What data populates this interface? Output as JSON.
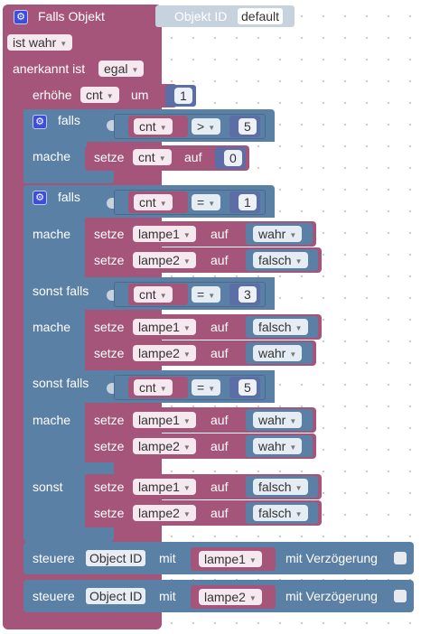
{
  "event": {
    "title": "Falls Objekt",
    "object_id_label": "Objekt ID",
    "object_id_value": "default",
    "condition": "ist wahr",
    "ack_label": "anerkannt ist",
    "ack_value": "egal"
  },
  "increment": {
    "label": "erhöhe",
    "var": "cnt",
    "by": "um",
    "value": "1"
  },
  "if1": {
    "if_label": "falls",
    "do_label": "mache",
    "cond": {
      "var": "cnt",
      "op": ">",
      "value": "5"
    },
    "set": {
      "label": "setze",
      "var": "cnt",
      "to": "auf",
      "value": "0"
    }
  },
  "if2": {
    "if_label": "falls",
    "do_label": "mache",
    "elseif_label": "sonst falls",
    "else_label": "sonst",
    "branches": [
      {
        "cond": {
          "var": "cnt",
          "op": "=",
          "value": "1"
        },
        "sets": [
          {
            "label": "setze",
            "var": "lampe1",
            "to": "auf",
            "value": "wahr"
          },
          {
            "label": "setze",
            "var": "lampe2",
            "to": "auf",
            "value": "falsch"
          }
        ]
      },
      {
        "cond": {
          "var": "cnt",
          "op": "=",
          "value": "3"
        },
        "sets": [
          {
            "label": "setze",
            "var": "lampe1",
            "to": "auf",
            "value": "falsch"
          },
          {
            "label": "setze",
            "var": "lampe2",
            "to": "auf",
            "value": "wahr"
          }
        ]
      },
      {
        "cond": {
          "var": "cnt",
          "op": "=",
          "value": "5"
        },
        "sets": [
          {
            "label": "setze",
            "var": "lampe1",
            "to": "auf",
            "value": "wahr"
          },
          {
            "label": "setze",
            "var": "lampe2",
            "to": "auf",
            "value": "wahr"
          }
        ]
      }
    ],
    "else_sets": [
      {
        "label": "setze",
        "var": "lampe1",
        "to": "auf",
        "value": "falsch"
      },
      {
        "label": "setze",
        "var": "lampe2",
        "to": "auf",
        "value": "falsch"
      }
    ]
  },
  "controls": [
    {
      "label": "steuere",
      "object": "Object ID",
      "with": "mit",
      "var": "lampe1",
      "delay": "mit Verzögerung"
    },
    {
      "label": "steuere",
      "object": "Object ID",
      "with": "mit",
      "var": "lampe2",
      "delay": "mit Verzögerung"
    }
  ],
  "colors": {
    "event": "#a5557a",
    "logic": "#5b80a5",
    "math": "#5b6ea5",
    "variable": "#a5557a"
  }
}
